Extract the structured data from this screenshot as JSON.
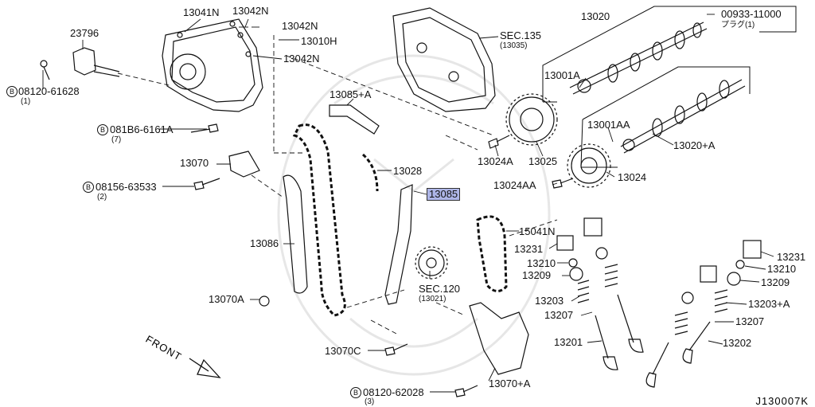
{
  "labels": {
    "p13041N": "13041N",
    "p13042N_a": "13042N",
    "p13042N_b": "13042N",
    "p13042N_c": "13042N",
    "p13010H": "13010H",
    "p23796": "23796",
    "b08120_61628": "08120-61628",
    "b08120_61628_qty": "(1)",
    "b081B6_6161A": "081B6-6161A",
    "b081B6_6161A_qty": "(7)",
    "b08156_63533": "08156-63533",
    "b08156_63533_qty": "(2)",
    "p13070": "13070",
    "p13086": "13086",
    "p13070A": "13070A",
    "p13085A": "13085+A",
    "p13028": "13028",
    "p13085": "13085",
    "sec135": "SEC.135",
    "sec135_ref": "(13035)",
    "p13020": "13020",
    "p00933": "00933-11000",
    "p00933_note": "プラグ(1)",
    "p13001A": "13001A",
    "p13001AA": "13001AA",
    "p13020A": "13020+A",
    "p13024A": "13024A",
    "p13025": "13025",
    "p13024AA": "13024AA",
    "p13024": "13024",
    "p15041N": "15041N",
    "sec120": "SEC.120",
    "sec120_ref": "(13021)",
    "p13070C": "13070C",
    "b08120_62028": "08120-62028",
    "b08120_62028_qty": "(3)",
    "p13070A2": "13070+A",
    "p13231_l": "13231",
    "p13210_l": "13210",
    "p13209_l": "13209",
    "p13203_l": "13203",
    "p13207_l": "13207",
    "p13201": "13201",
    "p13231_r": "13231",
    "p13210_r": "13210",
    "p13209_r": "13209",
    "p13203A": "13203+A",
    "p13207_r": "13207",
    "p13202": "13202",
    "front": "FRONT",
    "diagram_code": "J130007K",
    "bolt_prefix": "B"
  }
}
